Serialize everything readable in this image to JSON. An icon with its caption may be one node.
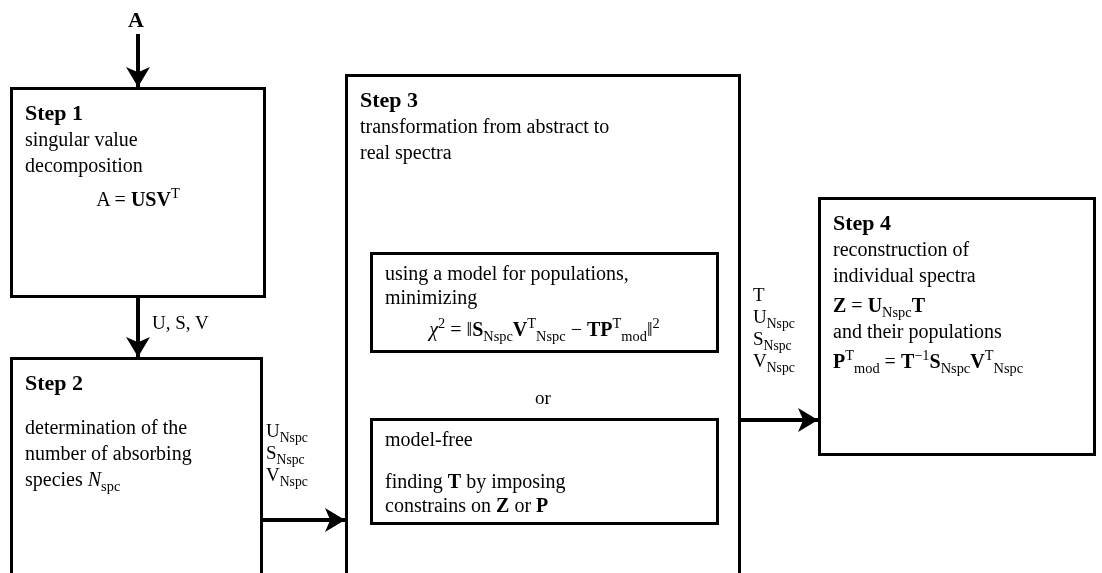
{
  "diagram": {
    "nodes": [
      {
        "text": [
          "A"
        ]
      },
      {
        "text": [
          "Step 1",
          "singular value decomposition",
          "A = **USV**$^{T}$"
        ]
      },
      {
        "text": [
          "Step 2",
          "determination of the number of absorbing species *N*$_{spc}$"
        ]
      },
      {
        "text": [
          "Step 3",
          "transformation from abstract to real spectra",
          "or"
        ]
      },
      {
        "text": [
          "using a model for populations, minimizing",
          "*χ*$^{2}$ = ‖**S**$_{Nspc}$**V**$^{T}$$_{Nspc}$ − **TP**$^{T}$$_{mod}$‖$^{2}$"
        ],
        "in": 3
      },
      {
        "text": [
          "model-free",
          "finding **T** by imposing constrains on **Z** or **P**"
        ],
        "in": 3
      },
      {
        "text": [
          "Step 4",
          "reconstruction of individual spectra",
          "**Z** = **U**$_{Nspc}$**T**",
          "and their populations",
          "**P**$^{T}$$_{mod}$ = **T**$^{−1}$**S**$_{Nspc}$**V**$^{T}$$_{Nspc}$"
        ]
      }
    ],
    "edges": [
      {
        "from": 0,
        "to": 1,
        "arrow": "to"
      },
      {
        "from": 1,
        "to": 2,
        "arrow": "to",
        "label": "U, S, V"
      },
      {
        "from": 2,
        "to": 3,
        "arrow": "to",
        "label": "U$_{Nspc}$ S$_{Nspc}$ V$_{Nspc}$"
      },
      {
        "from": 3,
        "to": 6,
        "arrow": "to",
        "label": "T U$_{Nspc}$ S$_{Nspc}$ V$_{Nspc}$"
      }
    ]
  }
}
